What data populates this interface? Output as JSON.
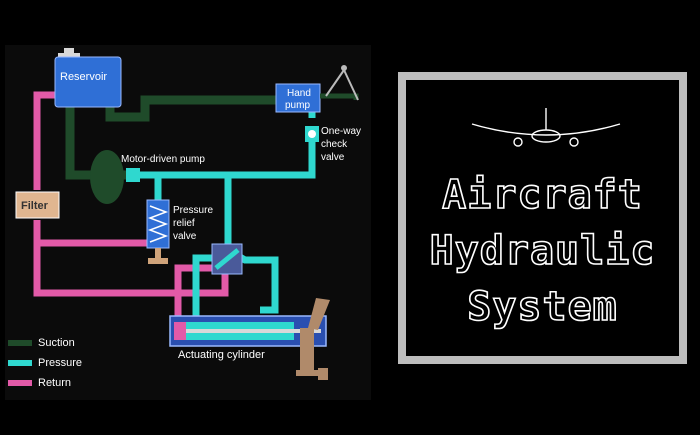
{
  "labels": {
    "reservoir": "Reservoir",
    "hand_pump": "Hand\npump",
    "one_way_check_valve": "One-way\ncheck\nvalve",
    "motor_driven_pump": "Motor-driven pump",
    "pressure_relief_valve": "Pressure\nrelief\nvalve",
    "filter": "Filter",
    "actuating_cylinder": "Actuating cylinder"
  },
  "legend": [
    {
      "label": "Suction",
      "color": "#1f4b2a"
    },
    {
      "label": "Pressure",
      "color": "#2fd8cf"
    },
    {
      "label": "Return",
      "color": "#e25aa8"
    }
  ],
  "title": {
    "line1": "Aircraft",
    "line2": "Hydraulic",
    "line3": "System"
  },
  "colors": {
    "suction": "#1f4b2a",
    "pressure": "#2fd8cf",
    "return": "#e25aa8",
    "component_blue": "#2f6fd6",
    "filter_fill": "#e0b690",
    "panel_border": "#bdbdbd"
  },
  "icons": [
    "airplane-icon"
  ]
}
